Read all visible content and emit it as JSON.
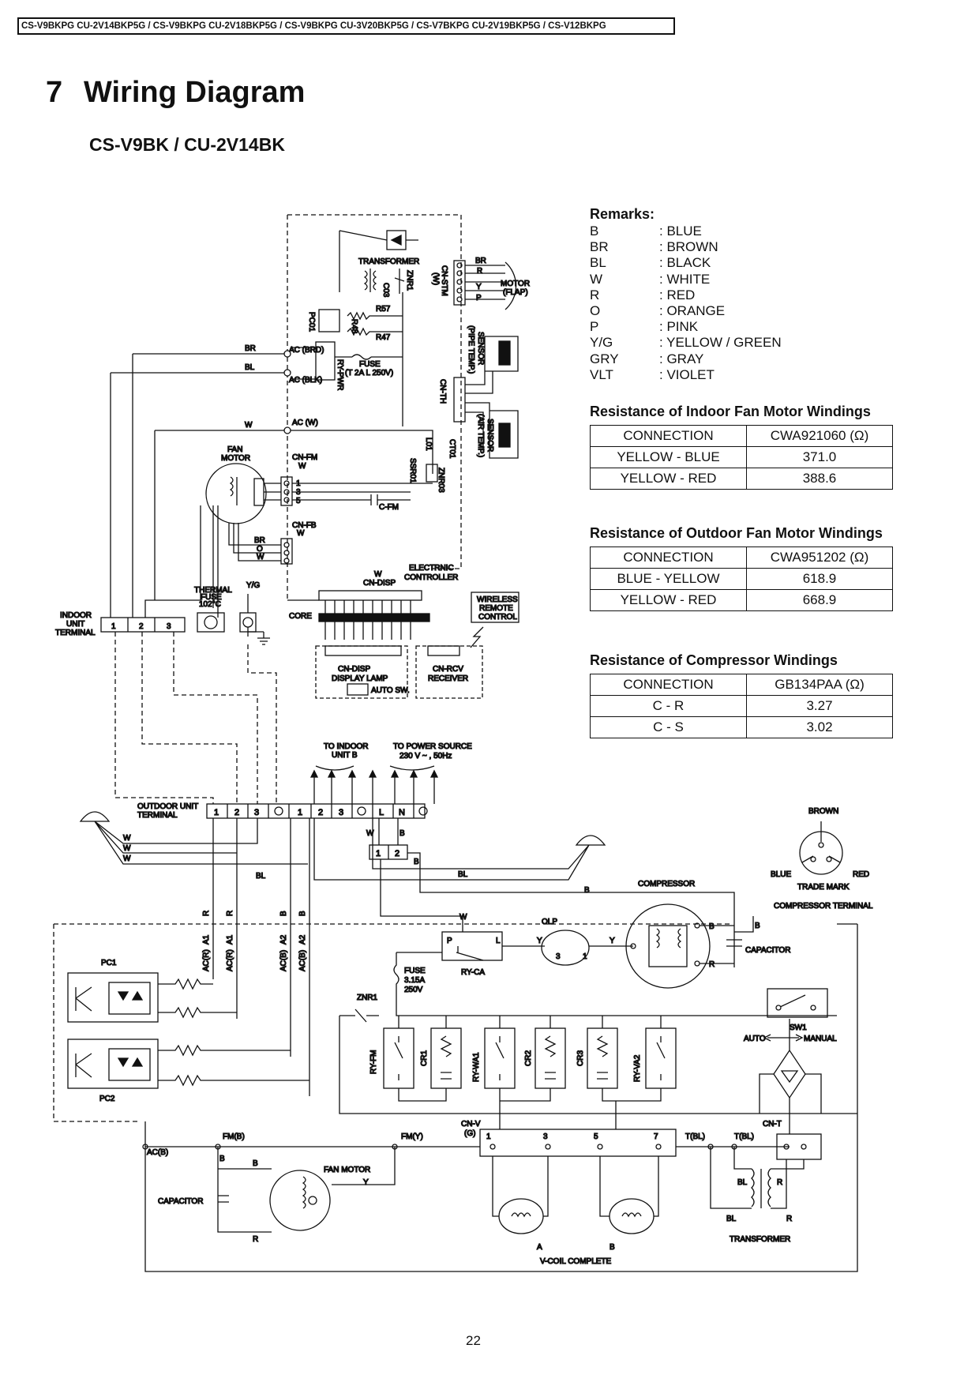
{
  "header": {
    "models": "CS-V9BKPG  CU-2V14BKP5G  / CS-V9BKPG  CU-2V18BKP5G  / CS-V9BKPG  CU-3V20BKP5G  / CS-V7BKPG  CU-2V19BKP5G  / CS-V12BKPG"
  },
  "section": {
    "number": "7",
    "title": "Wiring Diagram",
    "subtitle": "CS-V9BK / CU-2V14BK"
  },
  "remarks": {
    "title": "Remarks:",
    "items": [
      {
        "code": "B",
        "color": ": BLUE"
      },
      {
        "code": "BR",
        "color": ": BROWN"
      },
      {
        "code": "BL",
        "color": ": BLACK"
      },
      {
        "code": "W",
        "color": ": WHITE"
      },
      {
        "code": "R",
        "color": ": RED"
      },
      {
        "code": "O",
        "color": ": ORANGE"
      },
      {
        "code": "P",
        "color": ": PINK"
      },
      {
        "code": "Y/G",
        "color": ": YELLOW / GREEN"
      },
      {
        "code": "GRY",
        "color": ": GRAY"
      },
      {
        "code": "VLT",
        "color": ": VIOLET"
      }
    ]
  },
  "tables": {
    "indoor_fan": {
      "title": "Resistance of Indoor Fan Motor Windings",
      "header": [
        "CONNECTION",
        "CWA921060 (Ω)"
      ],
      "rows": [
        [
          "YELLOW - BLUE",
          "371.0"
        ],
        [
          "YELLOW - RED",
          "388.6"
        ]
      ]
    },
    "outdoor_fan": {
      "title": "Resistance of Outdoor Fan Motor Windings",
      "header": [
        "CONNECTION",
        "CWA951202 (Ω)"
      ],
      "rows": [
        [
          "BLUE - YELLOW",
          "618.9"
        ],
        [
          "YELLOW - RED",
          "668.9"
        ]
      ]
    },
    "compressor": {
      "title": "Resistance of Compressor Windings",
      "header": [
        "CONNECTION",
        "GB134PAA (Ω)"
      ],
      "rows": [
        [
          "C - R",
          "3.27"
        ],
        [
          "C - S",
          "3.02"
        ]
      ]
    }
  },
  "diagram": {
    "transformer": "TRANSFORMER",
    "cn_stm": "CN-STM",
    "cn_stm_w": "(W)",
    "motor_flap": "MOTOR",
    "motor_flap2": "(FLAP)",
    "znr1": "ZNR1",
    "c03": "C03",
    "r57": "R57",
    "r48": "R48",
    "r47": "R47",
    "pc01": "PC01",
    "br": "BR",
    "bl": "BL",
    "w": "W",
    "b": "B",
    "r": "R",
    "y": "Y",
    "o": "O",
    "p": "P",
    "yg": "Y/G",
    "ac_brd": "AC (BRD)",
    "ac_blk": "AC (BLK)",
    "ry_pwr": "RY-PWR",
    "fuse": "FUSE",
    "fuse_rating": "(T 2A L 250V)",
    "pipe_sensor": "(PIPE TEMP.)",
    "pipe_sensor2": "SENSOR",
    "cn_th": "CN-TH",
    "air_sensor": "(AIR TEMP.)",
    "air_sensor2": "SENSOR",
    "ac_w": "AC (W)",
    "fan_motor": "FAN",
    "fan_motor2": "MOTOR",
    "cn_fm": "CN-FM",
    "l01": "L01",
    "ssr01": "SSR01",
    "znr03": "ZNR03",
    "c_fm": "C-FM",
    "ct01": "CT01",
    "cn_fb": "CN-FB",
    "thermal_fuse": "THERMAL",
    "thermal_fuse2": "FUSE",
    "thermal_fuse3": "102°C",
    "electronic": "ELECTRNIC",
    "controller": "CONTROLLER",
    "cn_disp": "CN-DISP",
    "indoor_terminal": "INDOOR",
    "indoor_terminal2": "UNIT",
    "indoor_terminal3": "TERMINAL",
    "core": "CORE",
    "wireless": "WIRELESS",
    "remote": "REMOTE",
    "control": "CONTROL",
    "cn_disp2": "CN-DISP",
    "display_lamp": "DISPLAY LAMP",
    "auto_sw": "AUTO SW.",
    "cn_rcv": "CN-RCV",
    "receiver": "RECEIVER",
    "to_indoor_b": "TO INDOOR",
    "to_indoor_b2": "UNIT B",
    "to_power": "TO POWER SOURCE",
    "power_rating": "230 V  ~ , 50Hz",
    "outdoor_terminal": "OUTDOOR UNIT",
    "outdoor_terminal2": "TERMINAL",
    "compressor": "COMPRESSOR",
    "brown": "BROWN",
    "blue": "BLUE",
    "red": "RED",
    "trade_mark": "TRADE MARK",
    "compressor_terminal": "COMPRESSOR TERMINAL",
    "olp": "OLP",
    "capacitor": "CAPACITOR",
    "ry_ca": "RY-CA",
    "fuse2": "FUSE",
    "fuse2_rating": "3.15A",
    "fuse2_v": "250V",
    "sw1": "SW1",
    "auto": "AUTO",
    "manual": "MANUAL",
    "pc1": "PC1",
    "pc2": "PC2",
    "ry_fm": "RY-FM",
    "cr1": "CR1",
    "ry_wa1": "RY-WA1",
    "cr2": "CR2",
    "cr3": "CR3",
    "ry_va2": "RY-VA2",
    "cn_v": "CN-V",
    "cn_v_g": "(G)",
    "fm_b": "FM(B)",
    "fm_y": "FM(Y)",
    "ac_b": "AC(B)",
    "t_bl": "T(BL)",
    "cn_t": "CN-T",
    "outdoor_fan_motor": "FAN MOTOR",
    "capacitor2": "CAPACITOR",
    "transformer2": "TRANSFORMER",
    "v_coil": "V-COIL COMPLETE",
    "a": "A",
    "l": "L",
    "n": "N",
    "a1": "A1",
    "a2": "A2",
    "acr": "AC(R)",
    "acb": "AC(B)",
    "t1": "1",
    "t2": "2",
    "t3": "3",
    "t5": "5",
    "t7": "7"
  },
  "page_number": "22"
}
